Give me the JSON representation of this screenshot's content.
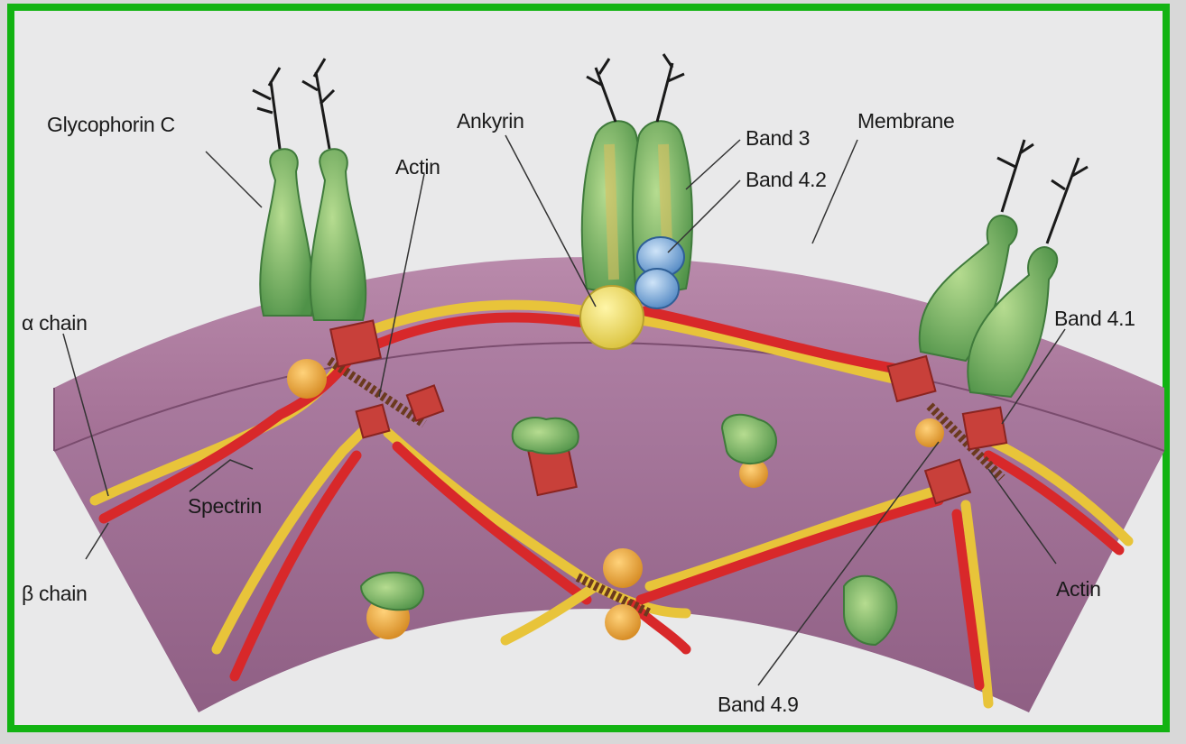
{
  "labels": {
    "glycophorin_c": "Glycophorin C",
    "actin_top": "Actin",
    "ankyrin": "Ankyrin",
    "band_3": "Band 3",
    "band_4_2": "Band 4.2",
    "membrane": "Membrane",
    "band_4_1": "Band 4.1",
    "alpha_chain": "α chain",
    "spectrin": "Spectrin",
    "beta_chain": "β chain",
    "actin_right": "Actin",
    "band_4_9": "Band 4.9"
  },
  "colors": {
    "frame": "#12b312",
    "membrane": "#b07aa0",
    "spectrin_alpha": "#e8c43a",
    "spectrin_beta": "#d8282a",
    "glycoprotein": "#7fb862",
    "band_4_2": "#6f9fd0",
    "ankyrin": "#f0e070",
    "band_4_1": "#c8403a"
  }
}
